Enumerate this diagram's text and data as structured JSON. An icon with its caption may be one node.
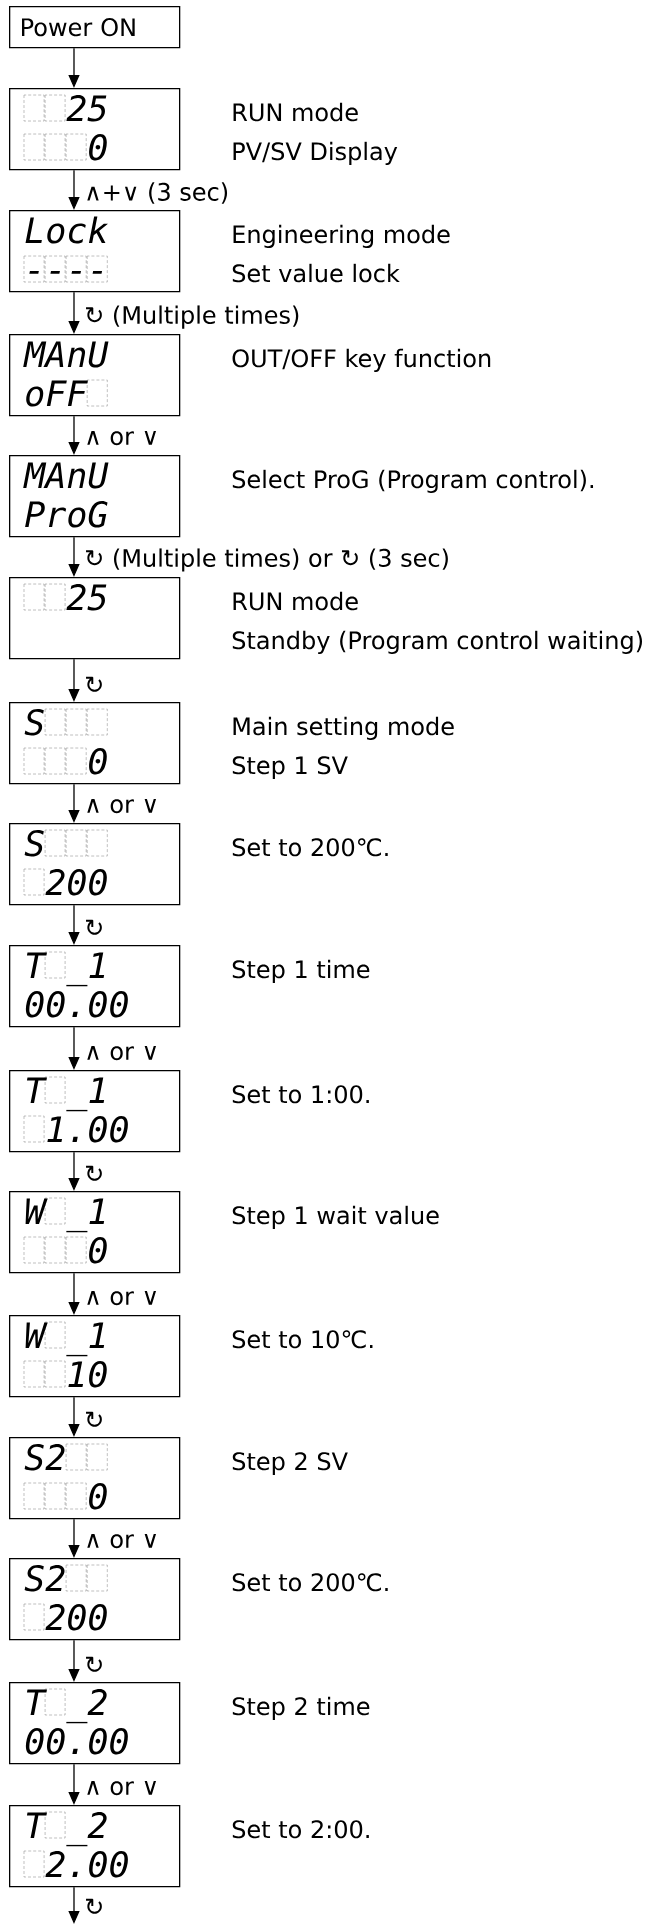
{
  "diagram": {
    "nodes": [
      {
        "text": [
          "Power ON"
        ]
      },
      {
        "text": [
          "25",
          "0"
        ],
        "beside": [
          "RUN mode",
          "PV/SV Display"
        ]
      },
      {
        "text": [
          "Lock",
          "----"
        ],
        "beside": [
          "Engineering mode",
          "Set value lock"
        ]
      },
      {
        "text": [
          "MAnU",
          "oFF"
        ],
        "beside": [
          "OUT/OFF key function"
        ]
      },
      {
        "text": [
          "MAnU",
          "ProG"
        ],
        "beside": [
          "Select ProG (Program control)."
        ]
      },
      {
        "text": [
          "25"
        ],
        "beside": [
          "RUN mode",
          "Standby (Program control waiting)"
        ]
      },
      {
        "text": [
          "S",
          "0"
        ],
        "beside": [
          "Main setting mode",
          "Step 1 SV"
        ]
      },
      {
        "text": [
          "S",
          "200"
        ],
        "beside": [
          "Set to 200℃."
        ]
      },
      {
        "text": [
          "T _1",
          "00.00"
        ],
        "beside": [
          "Step 1 time"
        ]
      },
      {
        "text": [
          "T _1",
          "1.00"
        ],
        "beside": [
          "Set to 1:00."
        ]
      },
      {
        "text": [
          "W _1",
          "0"
        ],
        "beside": [
          "Step 1 wait value"
        ]
      },
      {
        "text": [
          "W _1",
          "10"
        ],
        "beside": [
          "Set to 10℃."
        ]
      },
      {
        "text": [
          "S2",
          "0"
        ],
        "beside": [
          "Step 2 SV"
        ]
      },
      {
        "text": [
          "S2",
          "200"
        ],
        "beside": [
          "Set to 200℃."
        ]
      },
      {
        "text": [
          "T _2",
          "00.00"
        ],
        "beside": [
          "Step 2 time"
        ]
      },
      {
        "text": [
          "T _2",
          "2.00"
        ],
        "beside": [
          "Set to 2:00."
        ]
      }
    ],
    "edges": [
      {
        "from": 0,
        "to": 1,
        "arrow": "to"
      },
      {
        "from": 1,
        "to": 2,
        "arrow": "to",
        "label": "∧+∨ (3 sec)"
      },
      {
        "from": 2,
        "to": 3,
        "arrow": "to",
        "label": "↻ (Multiple times)"
      },
      {
        "from": 3,
        "to": 4,
        "arrow": "to",
        "label": "∧ or ∨"
      },
      {
        "from": 4,
        "to": 5,
        "arrow": "to",
        "label": "↻ (Multiple times) or ↻ (3 sec)"
      },
      {
        "from": 5,
        "to": 6,
        "arrow": "to",
        "label": "↻"
      },
      {
        "from": 6,
        "to": 7,
        "arrow": "to",
        "label": "∧ or ∨"
      },
      {
        "from": 7,
        "to": 8,
        "arrow": "to",
        "label": "↻"
      },
      {
        "from": 8,
        "to": 9,
        "arrow": "to",
        "label": "∧ or ∨"
      },
      {
        "from": 9,
        "to": 10,
        "arrow": "to",
        "label": "↻"
      },
      {
        "from": 10,
        "to": 11,
        "arrow": "to",
        "label": "∧ or ∨"
      },
      {
        "from": 11,
        "to": 12,
        "arrow": "to",
        "label": "↻"
      },
      {
        "from": 12,
        "to": 13,
        "arrow": "to",
        "label": "∧ or ∨"
      },
      {
        "from": 13,
        "to": 14,
        "arrow": "to",
        "label": "↻"
      },
      {
        "from": 14,
        "to": 15,
        "arrow": "to",
        "label": "∧ or ∨"
      },
      {
        "from": 15,
        "to": null,
        "arrow": "to",
        "label": "↻"
      }
    ]
  }
}
